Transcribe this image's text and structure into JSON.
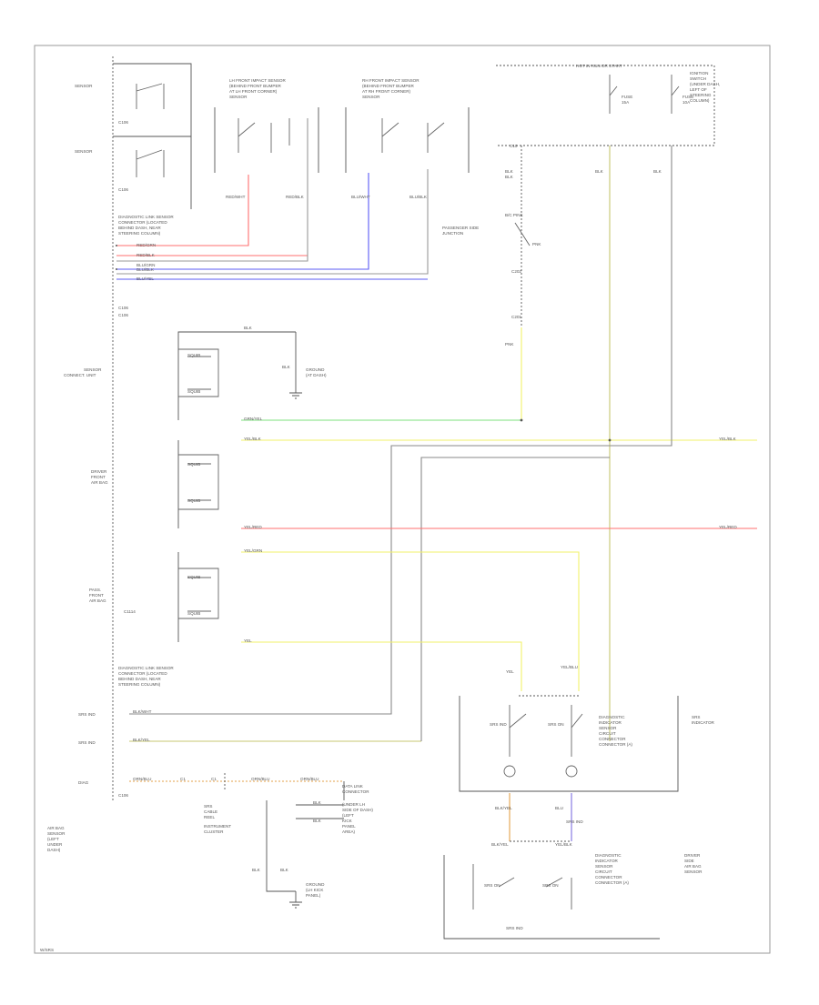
{
  "colors": {
    "red": "#ff6f6f",
    "blue": "#5b5bf5",
    "yellow": "#f2f26a",
    "green": "#7ee27e",
    "gray": "#888888",
    "olive": "#c7c770",
    "orange": "#e3a24a",
    "purple": "#7f6ee0"
  },
  "labels": {
    "l01": "SENSOR",
    "l02": "SENSOR",
    "l03": "C106",
    "l04": "C106",
    "l05": "LH FRONT IMPACT SENSOR",
    "l06": "(BEHIND FRONT BUMPER",
    "l07": "AT LH FRONT CORNER)",
    "l08": "SENSOR",
    "l09": "RH FRONT IMPACT SENSOR",
    "l10": "(BEHIND FRONT BUMPER",
    "l11": "AT RH FRONT CORNER)",
    "l12": "SENSOR",
    "l13": "HOT IN RUN OR START",
    "l14": "FUSE",
    "l15": "15A",
    "l16": "FUSE",
    "l17": "10A",
    "l18": "IGNITION",
    "l19": "SWITCH",
    "l20": "(UNDER DASH,",
    "l21": "LEFT OF",
    "l22": "STEERING",
    "l23": "COLUMN)",
    "l24": "BLK",
    "l25": "BLK",
    "l26": "BLK",
    "l27": "BLK",
    "l28": "RED/WHT",
    "l29": "RED/BLK",
    "l30": "BLU/WHT",
    "l31": "BLU/BLK",
    "l32": "PASSENGER SIDE",
    "l33": "JUNCTION",
    "l34": "B/C PINK",
    "l35": "PNK",
    "l36": "C202",
    "l37": "C201",
    "l38": "PNK",
    "l39": "C10",
    "l40": "DIAGNOSTIC LINK SENSOR",
    "l41": "CONNECTOR (LOCATED",
    "l42": "BEHIND DASH, NEAR",
    "l43": "STEERING COLUMN)",
    "l44": "RED/GRN",
    "l45": "RED/BLK",
    "l46": "BLU/GRN",
    "l47": "BLU/BLK",
    "l48": "BLU/YEL",
    "l49": "C106",
    "l50": "C106",
    "l51": "BLK",
    "l52": "BLK",
    "l53": "GROUND",
    "l54": "(AT DASH)",
    "l55": "SENSOR",
    "l56": "CONNECT. UNIT",
    "l57": "SQUIB",
    "l58": "SQUIB",
    "l59": "GRN/YEL",
    "l60": "DRIVER",
    "l61": "FRONT",
    "l62": "AIR BAG",
    "l63": "YEL/BLK",
    "l64": "SQUIB",
    "l65": "SQUIB",
    "l66": "YEL/RED",
    "l67": "YEL/BLK",
    "l68": "YEL/RED",
    "l69": "PASS.",
    "l70": "FRONT",
    "l71": "AIR BAG",
    "l72": "YEL/GRN",
    "l73": "SQUIB",
    "l74": "SQUIB",
    "l75": "C1114",
    "l76": "YEL",
    "l77": "YEL",
    "l78": "YEL/BLU",
    "l79": "DIAGNOSTIC LINK SENSOR",
    "l80": "CONNECTOR (LOCATED",
    "l81": "BEHIND DASH, NEAR",
    "l82": "STEERING COLUMN)",
    "l83": "SRS IND",
    "l84": "BLK/WHT",
    "l85": "SRS IND",
    "l86": "BLK/YEL",
    "l87": "DIAG",
    "l88": "ORN/BLU",
    "l89": "C1",
    "l90": "C1",
    "l91": "ORN/BLU",
    "l92": "ORN/BLU",
    "l93": "SRS",
    "l94": "CABLE",
    "l95": "REEL",
    "l96": "INSTRUMENT",
    "l97": "CLUSTER",
    "l98": "DATA LINK",
    "l99": "CONNECTOR",
    "l100": "BLK",
    "l101": "(UNDER LH",
    "l102": "BLK",
    "l103": "SIDE OF DASH)",
    "l104": "C106",
    "l105": "(LEFT",
    "l106": "KICK",
    "l107": "PANEL",
    "l108": "AREA)",
    "l109": "BLK",
    "l110": "BLK",
    "l111": "GROUND",
    "l112": "(LH KICK",
    "l113": "PANEL)",
    "l114": "AIR BAG",
    "l115": "SENSOR",
    "l116": "(LEFT",
    "l117": "UNDER",
    "l118": "DASH)",
    "l119": "SRS IND",
    "l120": "SRS ON",
    "l121": "DIAGNOSTIC",
    "l122": "INDICATOR",
    "l123": "SENSOR",
    "l124": "CIRCUIT",
    "l125": "CONNECTOR",
    "l126": "CONNECTOR (A)",
    "l127": "SRS",
    "l128": "INDICATOR",
    "l129": "BLK/YEL",
    "l130": "BLK/YEL",
    "l131": "BLU",
    "l132": "YEL/BLK",
    "l133": "SRS IND",
    "l134": "SRS ON",
    "l135": "SRS ON",
    "l136": "DIAGNOSTIC",
    "l137": "INDICATOR",
    "l138": "SENSOR",
    "l139": "CIRCUIT",
    "l140": "CONNECTOR",
    "l141": "CONNECTOR (A)",
    "l142": "DRIVER",
    "l143": "SIDE",
    "l144": "AIR BAG",
    "l145": "SENSOR",
    "l146": "SRS IND",
    "l147": "W/SRS"
  }
}
